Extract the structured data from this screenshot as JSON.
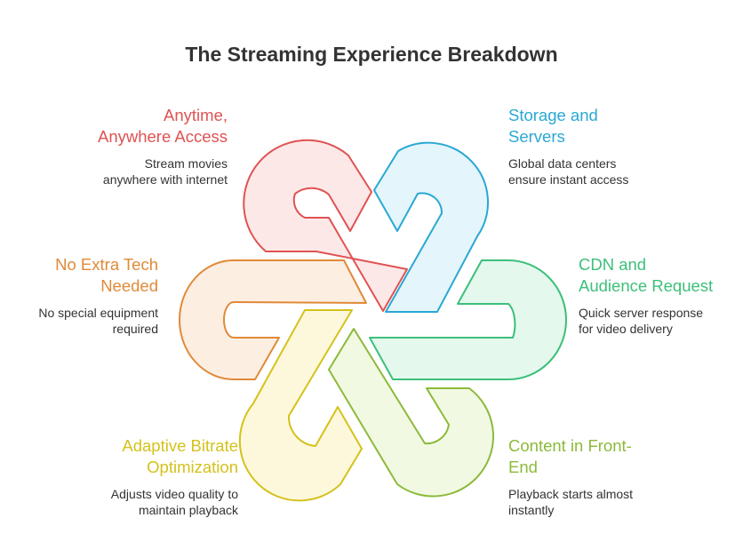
{
  "title": "The Streaming Experience Breakdown",
  "colors": {
    "red": "#e05252",
    "blue": "#2aa8d4",
    "green": "#3dbf7a",
    "lime": "#8cba3a",
    "yellow": "#d4c21c",
    "orange": "#e08a38"
  },
  "items": {
    "anytime": {
      "title": "Anytime,\nAnywhere Access",
      "desc": "Stream movies\nanywhere with internet"
    },
    "storage": {
      "title": "Storage and\nServers",
      "desc": "Global data centers\nensure instant access"
    },
    "notech": {
      "title": "No Extra Tech\nNeeded",
      "desc": "No special equipment\nrequired"
    },
    "cdn": {
      "title": "CDN and\nAudience Request",
      "desc": "Quick server response\nfor video delivery"
    },
    "adaptive": {
      "title": "Adaptive Bitrate\nOptimization",
      "desc": "Adjusts video quality to\nmaintain playback"
    },
    "content": {
      "title": "Content in Front-\nEnd",
      "desc": "Playback starts almost\ninstantly"
    }
  }
}
